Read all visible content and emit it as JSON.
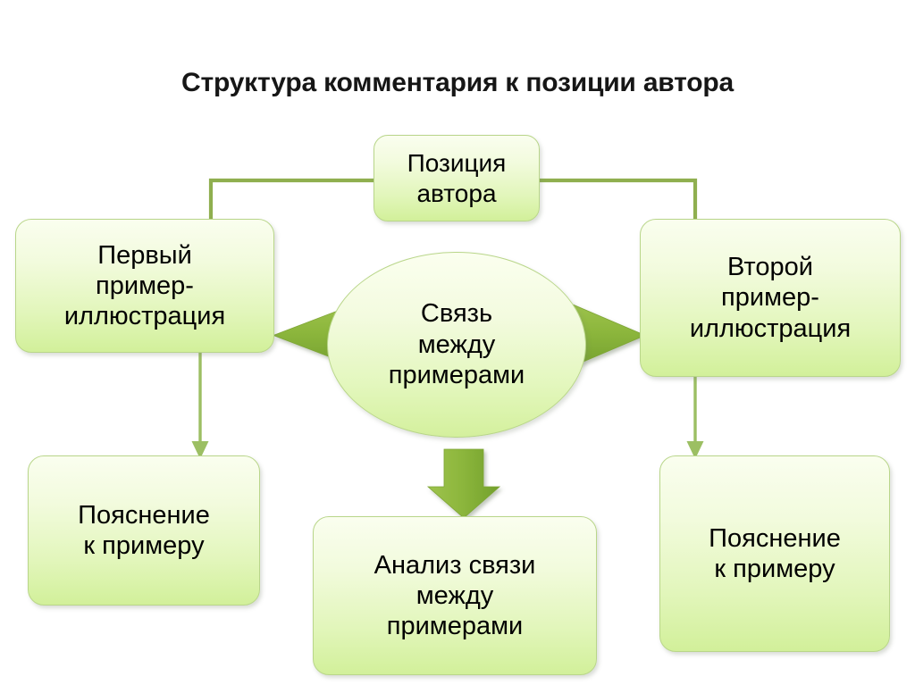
{
  "page": {
    "title": "Структура комментария к позиции автора",
    "background_color": "#ffffff",
    "title_color": "#161616"
  },
  "palette": {
    "box_fill_top": "#fafeef",
    "box_fill_bottom": "#d2f09a",
    "box_border": "#b9d68a",
    "connector_line": "#8faf4f",
    "block_arrow_fill": "#8cb63c",
    "block_arrow_edge": "#7aa233",
    "text": "#000000"
  },
  "diagram": {
    "nodes": [
      {
        "id": "position-author",
        "label": "Позиция\nавтора",
        "shape": "rounded-rect",
        "role": "root"
      },
      {
        "id": "first-example",
        "label": "Первый\nпример-\nиллюстрация",
        "shape": "rounded-rect",
        "role": "branch-left"
      },
      {
        "id": "second-example",
        "label": "Второй\nпример-\nиллюстрация",
        "shape": "rounded-rect",
        "role": "branch-right"
      },
      {
        "id": "link-between",
        "label": "Связь между примерами",
        "shape": "ellipse",
        "role": "center"
      },
      {
        "id": "explanation-left",
        "label": "Пояснение\nк примеру",
        "shape": "rounded-rect",
        "role": "leaf-left"
      },
      {
        "id": "analysis-link",
        "label": "Анализ связи\nмежду\nпримерами",
        "shape": "rounded-rect",
        "role": "leaf-center"
      },
      {
        "id": "explanation-right",
        "label": "Пояснение\nк примеру",
        "shape": "rounded-rect",
        "role": "leaf-right"
      }
    ],
    "connectors": [
      {
        "id": "root-to-first",
        "from": "position-author",
        "to": "first-example",
        "style": "elbow-thin-arrow"
      },
      {
        "id": "root-to-second",
        "from": "position-author",
        "to": "second-example",
        "style": "elbow-thin-arrow"
      },
      {
        "id": "first-to-expl",
        "from": "first-example",
        "to": "explanation-left",
        "style": "straight-thin-arrow"
      },
      {
        "id": "second-to-expl",
        "from": "second-example",
        "to": "explanation-right",
        "style": "straight-thin-arrow"
      },
      {
        "id": "link-to-first",
        "from": "link-between",
        "to": "first-example",
        "style": "block-arrow-left"
      },
      {
        "id": "link-to-second",
        "from": "link-between",
        "to": "second-example",
        "style": "block-arrow-right"
      },
      {
        "id": "link-to-analysis",
        "from": "link-between",
        "to": "analysis-link",
        "style": "block-arrow-down"
      }
    ]
  }
}
